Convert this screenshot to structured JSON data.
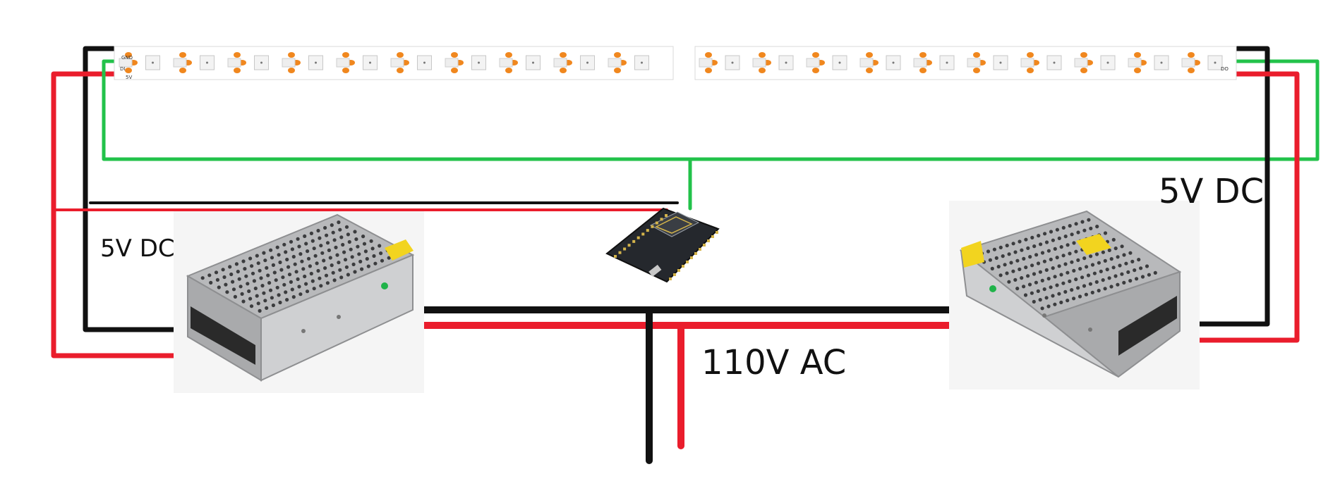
{
  "labels": {
    "left_psu_output": "5V DC",
    "right_psu_output": "5V DC",
    "mains_input": "110V AC"
  },
  "strip": {
    "pad_labels": [
      "GND",
      "DI",
      "5V",
      "DO"
    ]
  },
  "colors": {
    "ground_wire": "#111111",
    "power_wire": "#ea1d2c",
    "data_wire": "#22c24a",
    "strip_pad": "#f0871e",
    "psu_body": "#c9cacc",
    "terminal_block": "#2a2a2a",
    "controller_board": "#25282d",
    "warning_label": "#f2d41f"
  },
  "components": [
    {
      "id": "led-strip-left",
      "kind": "addressable LED strip segment"
    },
    {
      "id": "led-strip-right",
      "kind": "addressable LED strip segment"
    },
    {
      "id": "psu-left",
      "kind": "switching power supply"
    },
    {
      "id": "psu-right",
      "kind": "switching power supply"
    },
    {
      "id": "controller",
      "kind": "microcontroller board"
    }
  ]
}
